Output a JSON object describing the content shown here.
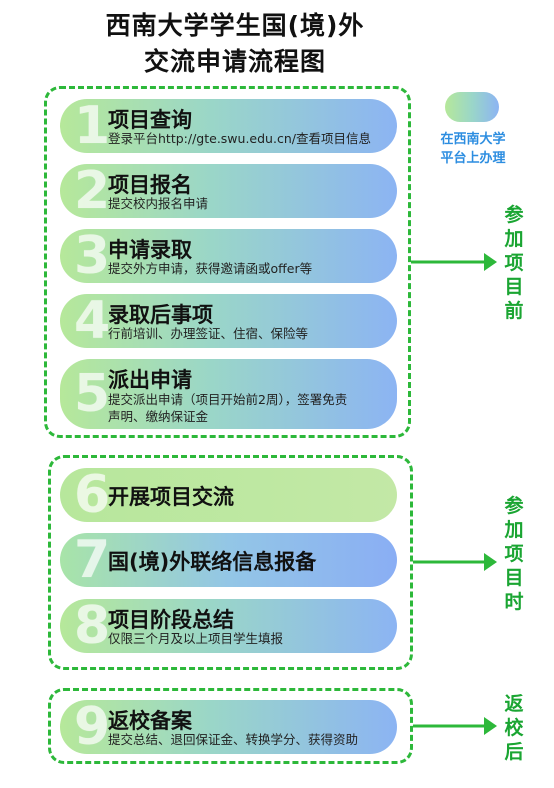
{
  "title": {
    "line1": "西南大学学生国(境)外",
    "line2": "交流申请流程图"
  },
  "legend": {
    "line1": "在西南大学",
    "line2": "平台上办理"
  },
  "phases": [
    {
      "chars": [
        "参",
        "加",
        "项",
        "目",
        "前"
      ]
    },
    {
      "chars": [
        "参",
        "加",
        "项",
        "目",
        "时"
      ]
    },
    {
      "chars": [
        "返",
        "校",
        "后"
      ]
    }
  ],
  "steps": [
    {
      "num": "1",
      "title": "项目查询",
      "desc": [
        "登录平台http://gte.swu.edu.cn/查看项目信息"
      ],
      "platform": true
    },
    {
      "num": "2",
      "title": "项目报名",
      "desc": [
        "提交校内报名申请"
      ],
      "platform": true
    },
    {
      "num": "3",
      "title": "申请录取",
      "desc": [
        "提交外方申请，获得邀请函或offer等"
      ],
      "platform": false
    },
    {
      "num": "4",
      "title": "录取后事项",
      "desc": [
        "行前培训、办理签证、住宿、保险等"
      ],
      "platform": false
    },
    {
      "num": "5",
      "title": "派出申请",
      "desc": [
        "提交派出申请（项目开始前2周），签署免责",
        "声明、缴纳保证金"
      ],
      "platform": true
    },
    {
      "num": "6",
      "title": "开展项目交流",
      "desc": [],
      "platform": false
    },
    {
      "num": "7",
      "title": "国(境)外联络信息报备",
      "desc": [],
      "platform": true
    },
    {
      "num": "8",
      "title": "项目阶段总结",
      "desc": [
        "仅限三个月及以上项目学生填报"
      ],
      "platform": true
    },
    {
      "num": "9",
      "title": "返校备案",
      "desc": [
        "提交总结、退回保证金、转换学分、获得资助"
      ],
      "platform": true
    }
  ],
  "colors": {
    "dashed_border": "#2db83a",
    "arrow": "#2db83a",
    "phase_text": "#1aa532",
    "legend_text": "#2c8de0"
  }
}
